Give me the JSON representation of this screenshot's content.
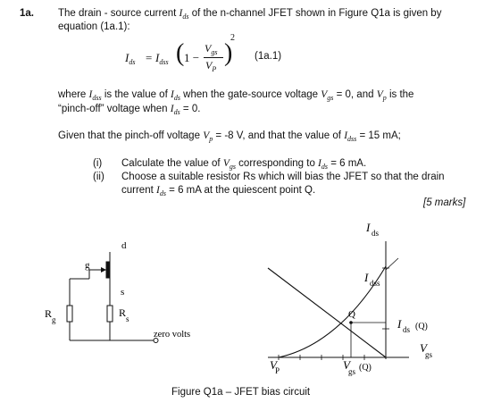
{
  "question": {
    "number": "1a.",
    "intro_line1": "The drain - source current",
    "intro_line1_sym": "I",
    "intro_line1_sub": "ds",
    "intro_line1_rest": "of the n-channel JFET shown in Figure Q1a is given by",
    "intro_line2": "equation (1a.1):"
  },
  "equation": {
    "lhs": "I",
    "lhs_sub": "ds",
    "eq": "=",
    "coef": "I",
    "coef_sub": "dss",
    "one_minus": "1 −",
    "num": "V",
    "num_sub": "gs",
    "den": "V",
    "den_sub": "P",
    "power": "2",
    "label": "(1a.1)"
  },
  "where": {
    "line1_a": "where",
    "line1_b": "is the value of",
    "line1_c": "when the gate-source voltage",
    "line1_d": "= 0, and",
    "line1_e": "is the",
    "line2_a": "“pinch-off” voltage when",
    "line2_b": "= 0."
  },
  "given": {
    "a": "Given that the pinch-off voltage",
    "b": "= -8 V, and that the value of",
    "c": "= 15 mA;"
  },
  "parts": {
    "i_num": "(i)",
    "i_a": "Calculate the value of",
    "i_b": "corresponding to",
    "i_c": "= 6 mA.",
    "ii_num": "(ii)",
    "ii_line1": "Choose a suitable resistor Rs which will bias the JFET so that the drain",
    "ii_line2_a": "current",
    "ii_line2_b": "= 6 mA at the quiescent point Q."
  },
  "marks": "[5 marks]",
  "circuit": {
    "d": "d",
    "g": "g",
    "s": "s",
    "rg_r": "R",
    "rg_sub": "g",
    "rs_r": "R",
    "rs_sub": "s",
    "zero": "zero volts"
  },
  "graph": {
    "ids_top": "I",
    "ids_top_sub": "ds",
    "idss": "I",
    "idss_sub": "dss",
    "q": "Q",
    "idsq": "I",
    "idsq_sub": "ds",
    "idsq_q": "(Q)",
    "vgs": "V",
    "vgs_sub": "gs",
    "vp": "V",
    "vp_sub": "P",
    "vgsq": "V",
    "vgsq_sub": "gs",
    "vgsq_q": "(Q)"
  },
  "caption": "Figure Q1a – JFET bias circuit"
}
